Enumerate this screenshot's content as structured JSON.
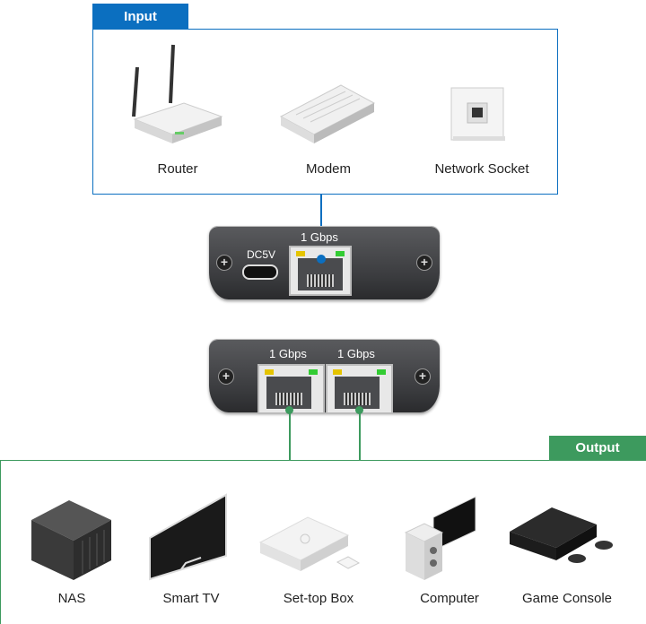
{
  "input": {
    "title": "Input",
    "color": "#0b6fc0",
    "devices": [
      {
        "label": "Router",
        "icon": "router-icon"
      },
      {
        "label": "Modem",
        "icon": "modem-icon"
      },
      {
        "label": "Network Socket",
        "icon": "network-socket-icon"
      }
    ]
  },
  "input_adapter": {
    "power_label": "DC5V",
    "port_speed": "1 Gbps"
  },
  "output_adapter": {
    "port_speeds": [
      "1 Gbps",
      "1 Gbps"
    ]
  },
  "output": {
    "title": "Output",
    "color": "#3d9a5e",
    "devices": [
      {
        "label": "NAS",
        "icon": "nas-icon"
      },
      {
        "label": "Smart TV",
        "icon": "smart-tv-icon"
      },
      {
        "label": "Set-top Box",
        "icon": "set-top-box-icon"
      },
      {
        "label": "Computer",
        "icon": "computer-icon"
      },
      {
        "label": "Game Console",
        "icon": "game-console-icon"
      }
    ]
  }
}
